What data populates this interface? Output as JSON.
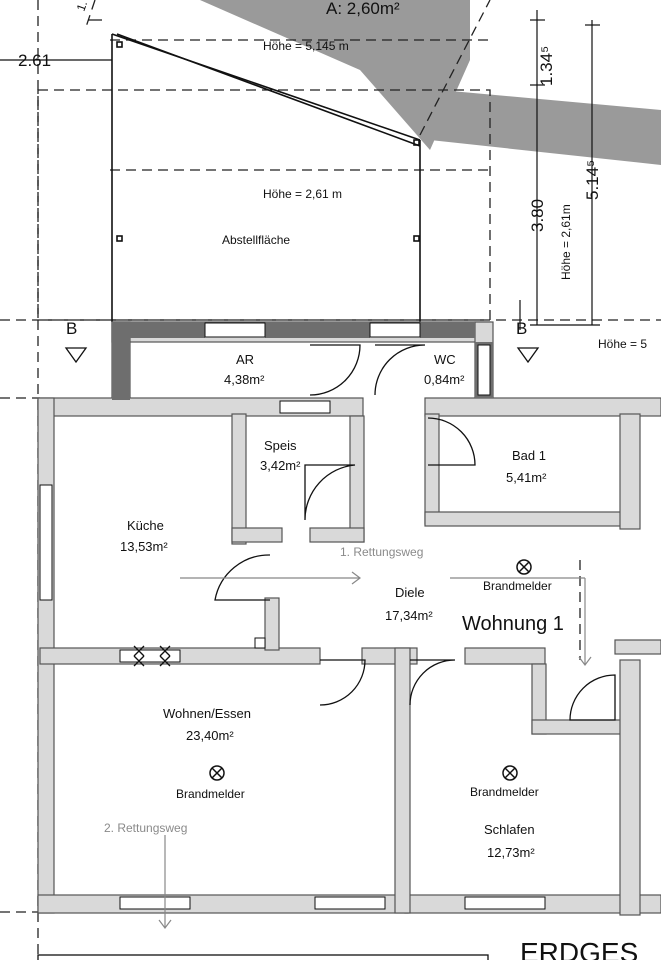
{
  "header": {
    "top_area": "A: 2,60m²",
    "dim_top_left": "1.",
    "dim_left": "2.61"
  },
  "storage": {
    "height_upper": "Höhe = 5,145 m",
    "height_lower": "Höhe = 2,61 m",
    "label": "Abstellfläche"
  },
  "dimensions": {
    "vertical_1": "1.34⁵",
    "vertical_2": "3.80",
    "vertical_3": "Höhe = 2,61m",
    "vertical_4": "5.14⁵",
    "right_height": "Höhe = 5"
  },
  "section_marks": {
    "left": "B",
    "right": "B"
  },
  "rooms": {
    "ar": {
      "name": "AR",
      "area": "4,38m²"
    },
    "wc": {
      "name": "WC",
      "area": "0,84m²"
    },
    "speis": {
      "name": "Speis",
      "area": "3,42m²"
    },
    "bad": {
      "name": "Bad 1",
      "area": "5,41m²"
    },
    "kueche": {
      "name": "Küche",
      "area": "13,53m²"
    },
    "diele": {
      "name": "Diele",
      "area": "17,34m²"
    },
    "wohnen": {
      "name": "Wohnen/Essen",
      "area": "23,40m²"
    },
    "schlafen": {
      "name": "Schlafen",
      "area": "12,73m²"
    }
  },
  "apartment": "Wohnung 1",
  "escape_routes": {
    "first": "1. Rettungsweg",
    "second": "2. Rettungsweg"
  },
  "smoke_detectors": {
    "diele": "Brandmelder",
    "wohnen": "Brandmelder",
    "schlafen": "Brandmelder"
  },
  "floor_title": "ERDGES",
  "colors": {
    "wall": "#6e6e6e",
    "wall_fill": "#d9d9d9",
    "roof": "#9a9a9a",
    "line": "#1a1a1a"
  }
}
